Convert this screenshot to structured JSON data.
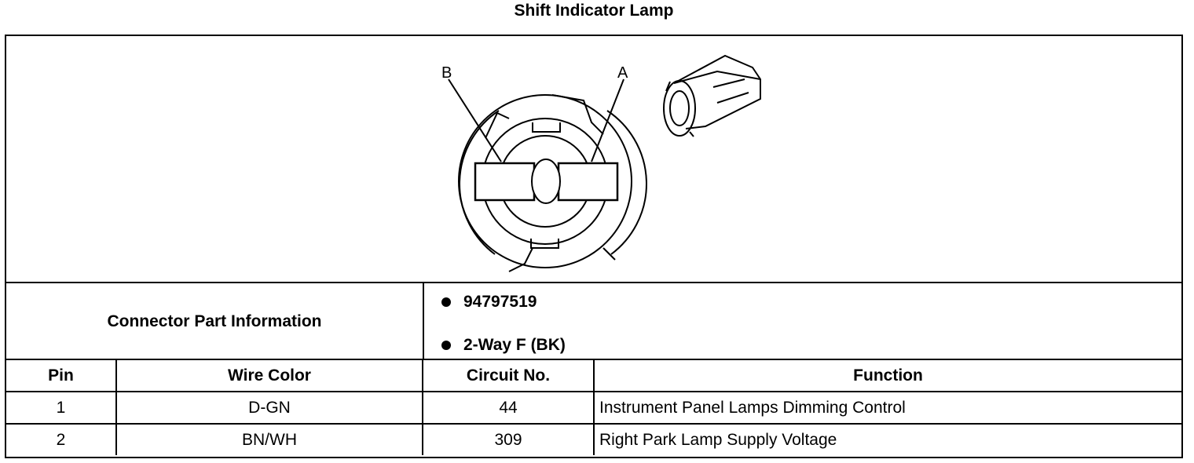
{
  "title": "Shift Indicator Lamp",
  "diagram": {
    "terminal_labels": [
      "B",
      "A"
    ]
  },
  "connector_info": {
    "label": "Connector Part Information",
    "items": [
      "94797519",
      "2-Way F (BK)"
    ]
  },
  "pin_table": {
    "headers": [
      "Pin",
      "Wire Color",
      "Circuit No.",
      "Function"
    ],
    "rows": [
      {
        "pin": "1",
        "wire_color": "D-GN",
        "circuit": "44",
        "function": "Instrument Panel Lamps Dimming Control"
      },
      {
        "pin": "2",
        "wire_color": "BN/WH",
        "circuit": "309",
        "function": "Right Park Lamp Supply Voltage"
      }
    ]
  }
}
